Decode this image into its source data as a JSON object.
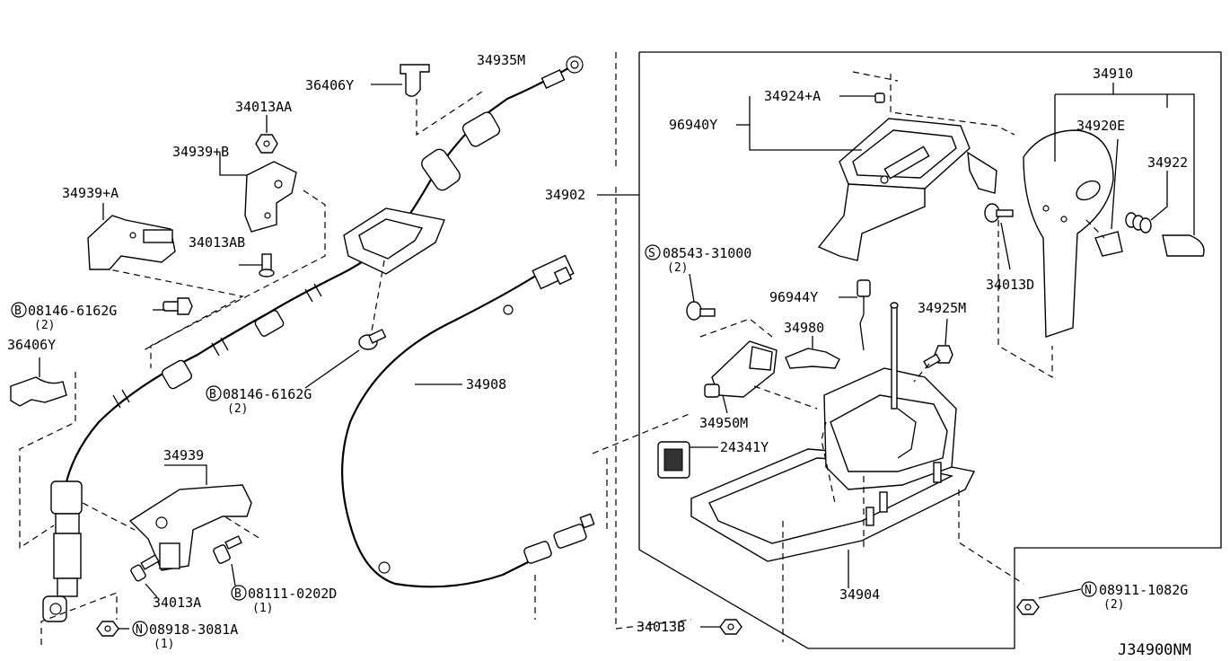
{
  "diagram_id": "J34900NM",
  "labels": {
    "p34935M": "34935M",
    "p36406Y_top": "36406Y",
    "p34013AA": "34013AA",
    "p34939B": "34939+B",
    "p34939A": "34939+A",
    "p34013AB": "34013AB",
    "p08146_top_code": "08146-6162G",
    "p08146_top_qty": "(2)",
    "p36406Y_left": "36406Y",
    "p08146_mid_code": "08146-6162G",
    "p08146_mid_qty": "(2)",
    "p34939": "34939",
    "p34013A": "34013A",
    "p08111_code": "08111-0202D",
    "p08111_qty": "(1)",
    "p08918_code": "08918-3081A",
    "p08918_qty": "(1)",
    "p34908": "34908",
    "p34902": "34902",
    "p34924A": "34924+A",
    "p96940Y": "96940Y",
    "p08543_code": "08543-31000",
    "p08543_qty": "(2)",
    "p96944Y": "96944Y",
    "p34980": "34980",
    "p34950M": "34950M",
    "p24341Y": "24341Y",
    "p34910": "34910",
    "p34920E": "34920E",
    "p34922": "34922",
    "p34013D": "34013D",
    "p34925M": "34925M",
    "p34904": "34904",
    "p34013B": "34013B",
    "p08911_code": "08911-1082G",
    "p08911_qty": "(2)"
  },
  "prefix_symbols": {
    "bolt": "B",
    "screw": "S",
    "nut": "N"
  }
}
